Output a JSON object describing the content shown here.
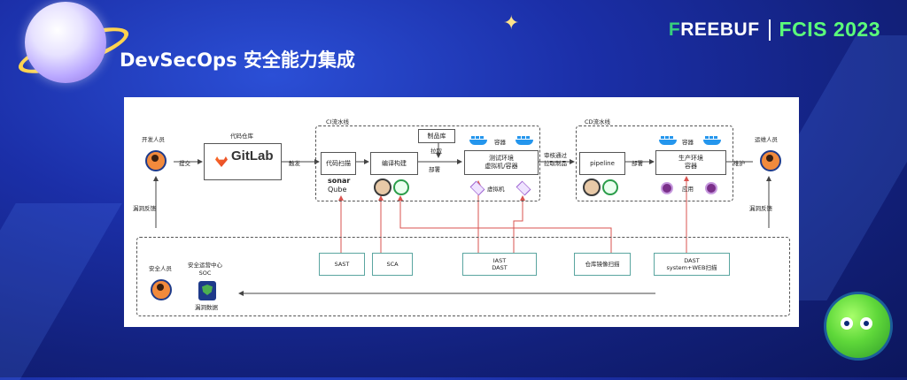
{
  "header": {
    "title": "DevSecOps 安全能力集成",
    "brand_logo": "REEBUF",
    "event_logo": "FCIS 2023"
  },
  "diagram": {
    "ci_pipeline": "CI流水线",
    "cd_pipeline": "CD流水线",
    "developer": "开发人员",
    "code_repo": "代码仓库",
    "gitlab": "GitLab",
    "submit": "提交",
    "trigger": "触发",
    "code_scan": "代码扫描",
    "compile_build": "编译构建",
    "artifact_repo": "制品库",
    "pull": "拉取",
    "deploy": "部署",
    "deploy2": "部署",
    "container": "容器",
    "container2": "容器",
    "test_env": "测试环境\n虚拟机/容器",
    "vm": "虚拟机",
    "approve_pull": "审核通过\n拉取制品",
    "pipeline": "pipeline",
    "prod_env": "生产环境\n容器",
    "app": "应用",
    "maintain": "维护",
    "ops": "运维人员",
    "vuln_feedback_left": "漏洞反馈",
    "vuln_feedback_right": "漏洞反馈",
    "sonar": "sonar",
    "qube": "Qube",
    "sast": "SAST",
    "sca": "SCA",
    "iast_dast": "IAST\nDAST",
    "image_scan": "仓库镜像扫描",
    "dast_system": "DAST\nsystem+WEB扫描",
    "security_staff": "安全人员",
    "soc": "安全运营中心\nSOC",
    "soc_db": "漏洞数据"
  }
}
